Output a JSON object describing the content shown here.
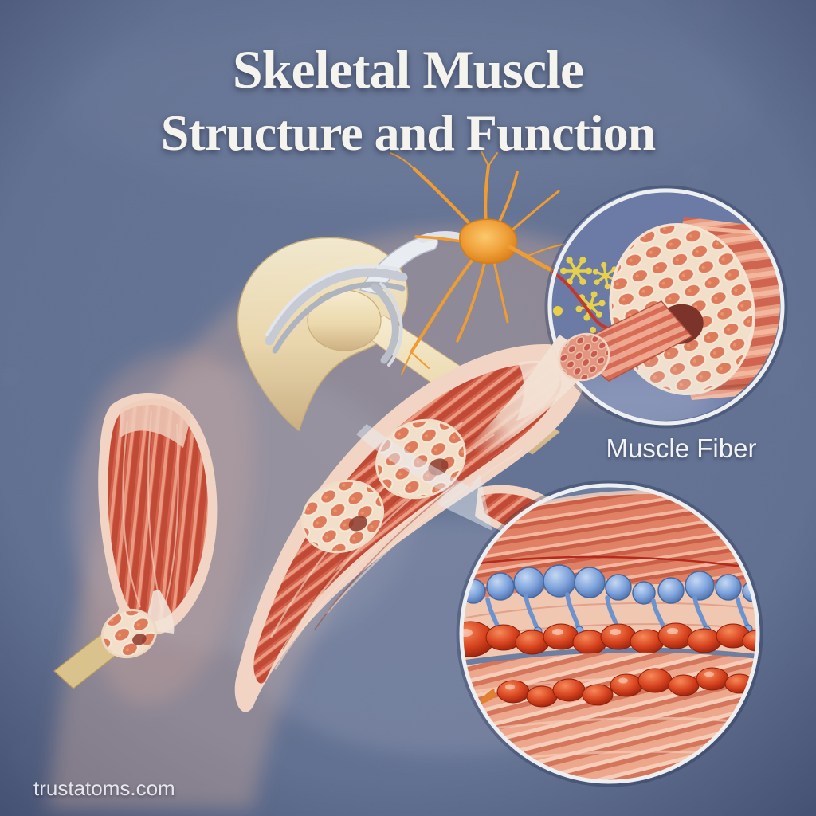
{
  "title": {
    "line1": "Skeletal Muscle",
    "line2": "Structure and Function"
  },
  "labels": {
    "muscle_fiber": "Muscle Fiber"
  },
  "watermark": {
    "text": "trustatoms.com"
  },
  "colors": {
    "background_blue": "#51648c",
    "background_dark": "#3d4f78",
    "title_text": "#f4f3ee",
    "label_text": "#f2f3f5",
    "muscle_red": "#c85a42",
    "muscle_light": "#e8947a",
    "sheath_pale": "#f1d4c4",
    "bone_cream": "#ecd9ad",
    "ligament_gray": "#c6cad4",
    "neuron_orange": "#f0a23c",
    "axon_red": "#c5372a",
    "axon_terminal_yellow": "#e7d14b",
    "myosin_blue": "#7fa3dc",
    "actin_red": "#d8441f",
    "inset_rim_white": "#edeff1",
    "arrow_white": "#e8ebf2"
  },
  "figure": {
    "type": "medical-illustration",
    "subject": "Skeletal muscle structure and function",
    "elements": [
      "shoulder-joint-bones",
      "ghost-arm-silhouette",
      "upper-arm-muscles",
      "muscle-cross-sections",
      "motor-neuron",
      "axon",
      "axon-terminals",
      "muscle-fiber-inset-circle",
      "fascicle-bundle-cross-section",
      "single-muscle-fiber",
      "actin-myosin-inset-circle",
      "myosin-filament",
      "actin-filament",
      "zoom-arrow"
    ]
  }
}
